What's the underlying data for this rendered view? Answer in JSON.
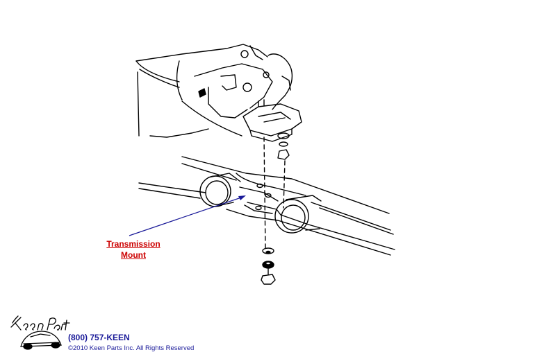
{
  "callout": {
    "line1": "Transmission",
    "line2": "Mount"
  },
  "footer": {
    "logo_text": "Keen Parts",
    "phone": "(800) 757-KEEN",
    "copyright": "©2010 Keen Parts Inc. All Rights Reserved"
  },
  "colors": {
    "callout_text": "#cc0000",
    "arrow": "#1a1a99",
    "footer_text": "#1a1a99",
    "line_art": "#000000"
  }
}
